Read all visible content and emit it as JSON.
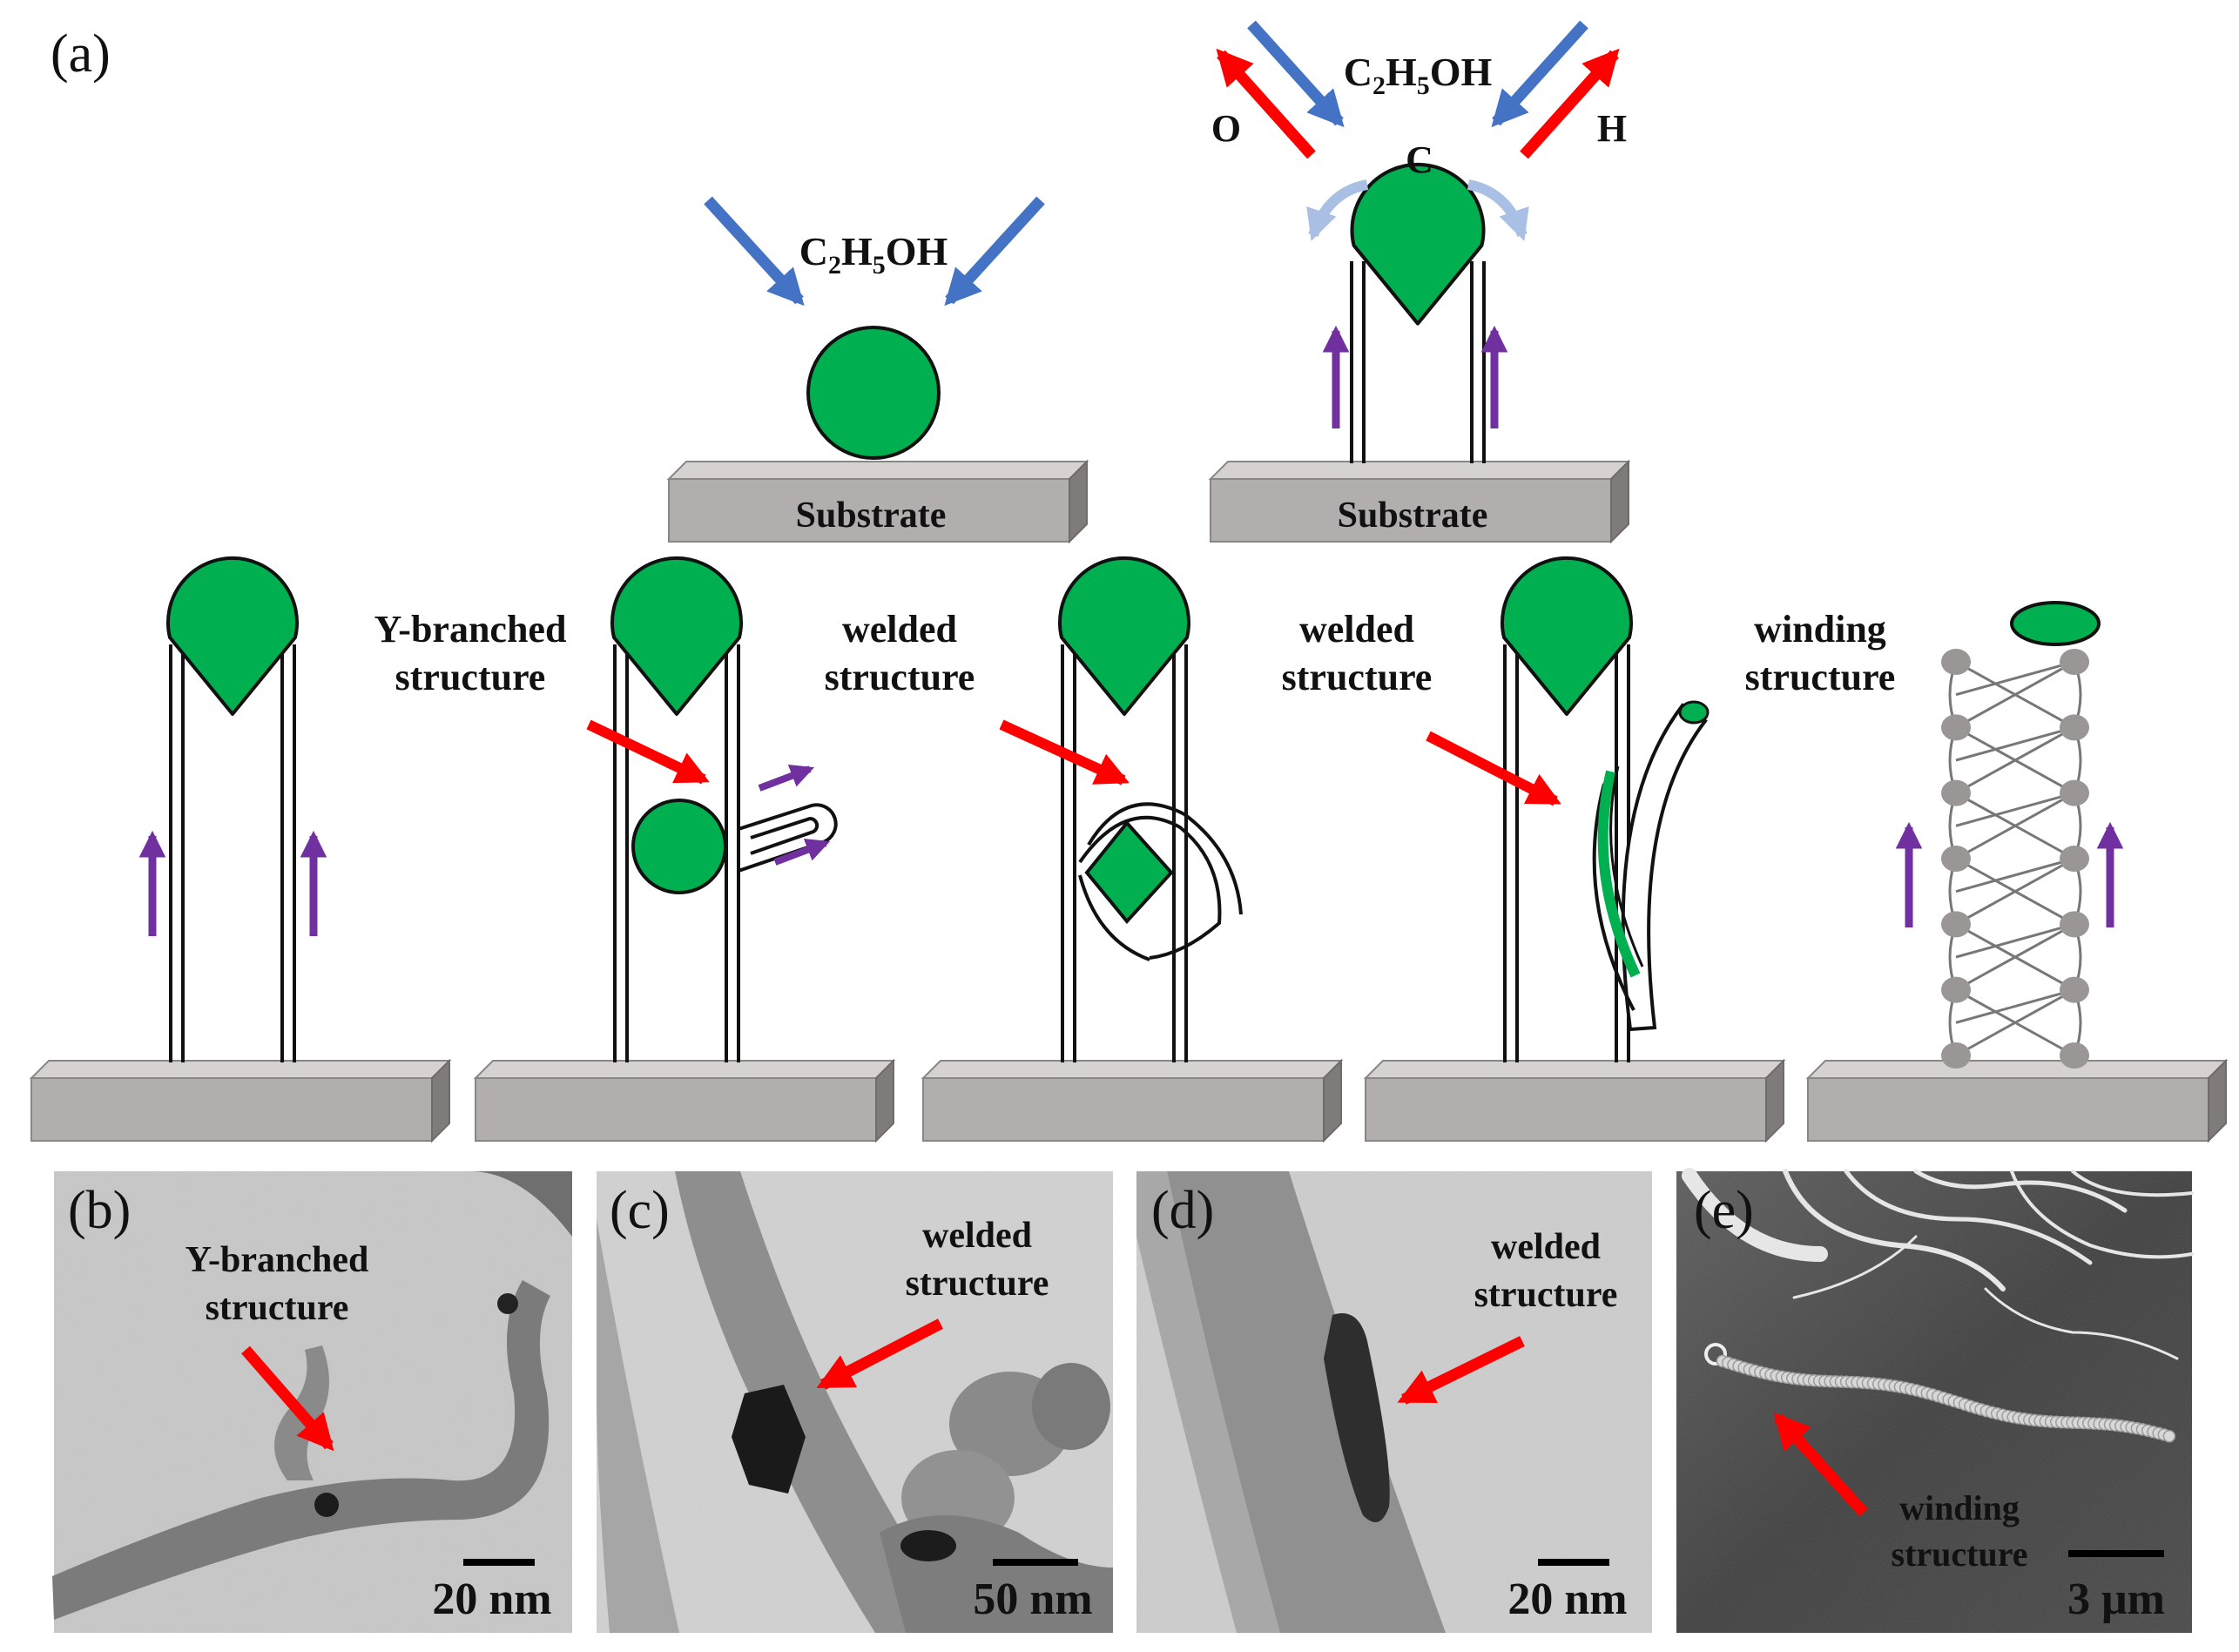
{
  "panel_a": {
    "label": "(a)",
    "reactant_top_left": {
      "pre": "C",
      "sub1": "2",
      "mid": "H",
      "sub2": "5",
      "post": "OH"
    },
    "reactant_top_right": {
      "pre": "C",
      "sub1": "2",
      "mid": "H",
      "sub2": "5",
      "post": "OH"
    },
    "oxygen": "O",
    "hydrogen": "H",
    "carbon": "C",
    "substrate_left": "Substrate",
    "substrate_right": "Substrate",
    "y_branched": [
      "Y-branched",
      "structure"
    ],
    "welded_1": [
      "welded",
      "structure"
    ],
    "welded_2": [
      "welded",
      "structure"
    ],
    "winding": [
      "winding",
      "structure"
    ]
  },
  "panel_b": {
    "label": "(b)",
    "annotation": [
      "Y-branched",
      "structure"
    ],
    "scale": "20 nm"
  },
  "panel_c": {
    "label": "(c)",
    "annotation": [
      "welded",
      "structure"
    ],
    "scale": "50 nm"
  },
  "panel_d": {
    "label": "(d)",
    "annotation": [
      "welded",
      "structure"
    ],
    "scale": "20 nm"
  },
  "panel_e": {
    "label": "(e)",
    "annotation": [
      "winding",
      "structure"
    ],
    "scale": "3 μm"
  },
  "colors": {
    "catalyst": "#00b050",
    "red_arrow": "#ff0000",
    "blue_arrow": "#4472c4",
    "purple_arrow": "#7030a0",
    "substrate": "#b3aeae"
  }
}
